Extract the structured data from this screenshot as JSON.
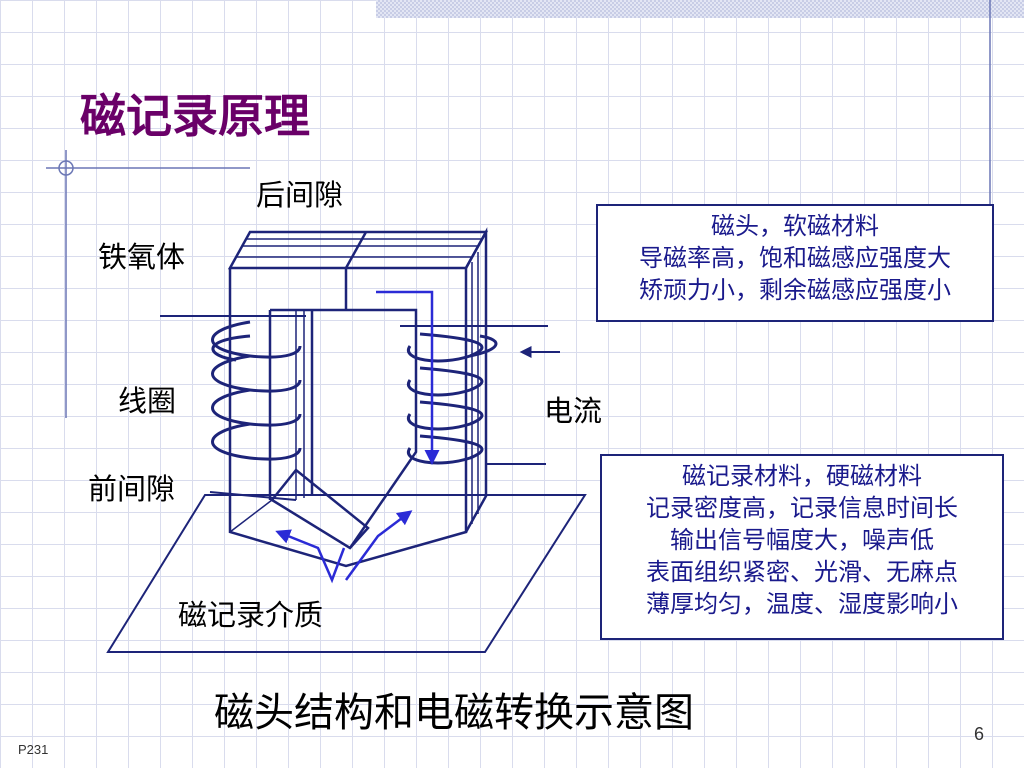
{
  "slide": {
    "title": "磁记录原理",
    "caption": "磁头结构和电磁转换示意图",
    "slide_number": "6",
    "page_ref": "P231"
  },
  "labels": {
    "back_gap": "后间隙",
    "ferrite": "铁氧体",
    "coil": "线圈",
    "front_gap": "前间隙",
    "medium": "磁记录介质",
    "current": "电流"
  },
  "head_note": {
    "lines": [
      "磁头，软磁材料",
      "导磁率高，饱和磁感应强度大",
      "矫顽力小，剩余磁感应强度小"
    ]
  },
  "medium_note": {
    "lines": [
      "磁记录材料，硬磁材料",
      "记录密度高，记录信息时间长",
      "输出信号幅度大，噪声低",
      "表面组织紧密、光滑、无麻点",
      "薄厚均匀，温度、湿度影响小"
    ]
  },
  "colors": {
    "title": "#6a0068",
    "outline": "#1d2479",
    "arrow": "#2b2bd6",
    "note_text": "#1a1a8c"
  }
}
